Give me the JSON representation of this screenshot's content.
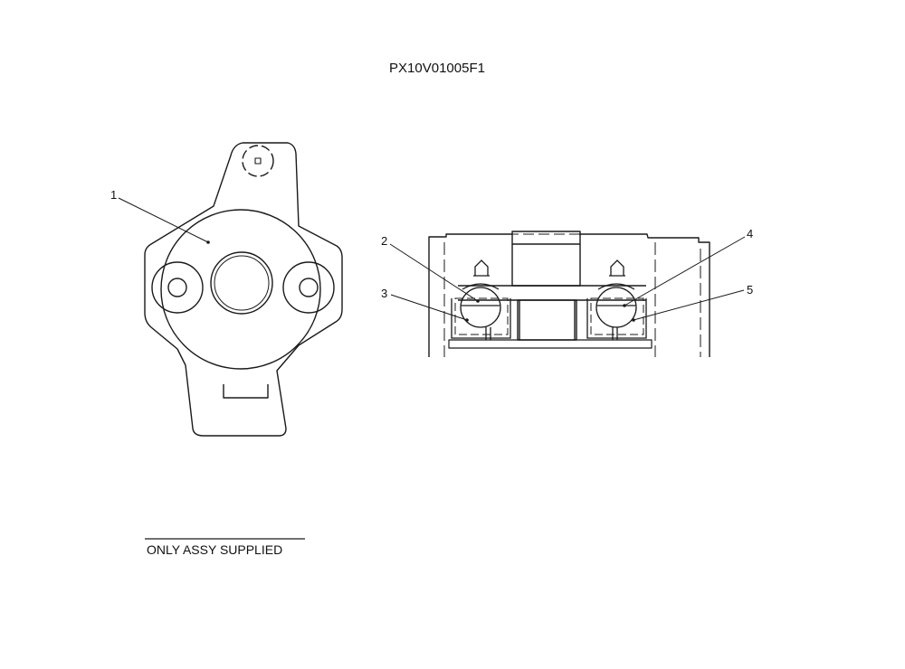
{
  "title": "PX10V01005F1",
  "note": "ONLY ASSY SUPPLIED",
  "callouts": [
    "1",
    "2",
    "3",
    "4",
    "5"
  ],
  "colors": {
    "ink": "#1a1a1a",
    "paper": "#ffffff"
  }
}
